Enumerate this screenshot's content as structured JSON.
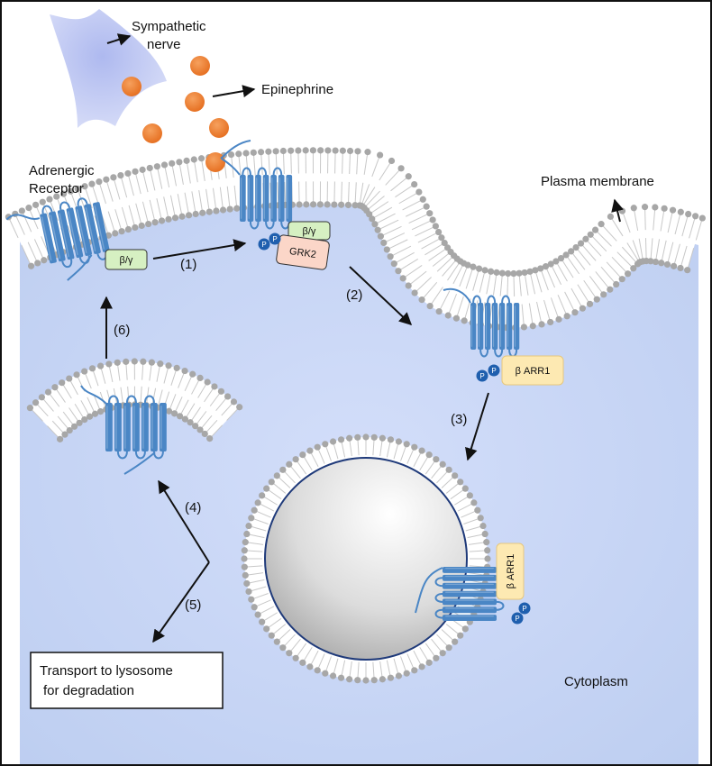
{
  "labels": {
    "sympathetic_nerve_line1": "Sympathetic",
    "sympathetic_nerve_line2": "nerve",
    "epinephrine": "Epinephrine",
    "adrenergic_line1": "Adrenergic",
    "adrenergic_line2": "Receptor",
    "plasma_membrane": "Plasma membrane",
    "cytoplasm": "Cytoplasm",
    "lysosome_line1": "Transport to lysosome",
    "lysosome_line2": "for degradation"
  },
  "steps": {
    "s1": "(1)",
    "s2": "(2)",
    "s3": "(3)",
    "s4": "(4)",
    "s5": "(5)",
    "s6": "(6)"
  },
  "proteins": {
    "beta_gamma": "β/γ",
    "grk2": "GRK2",
    "beta_arr1": "β ARR1",
    "phospho": "P"
  },
  "colors": {
    "cytoplasm": "#c3d3ef",
    "helix": "#4a86c5",
    "lipid_head": "#a7a7a7",
    "epinephrine": "#ee7a2c",
    "beta_gamma_fill": "#d6f0c2",
    "grk2_fill": "#fbd6c8",
    "arr1_fill": "#fde9b2"
  }
}
